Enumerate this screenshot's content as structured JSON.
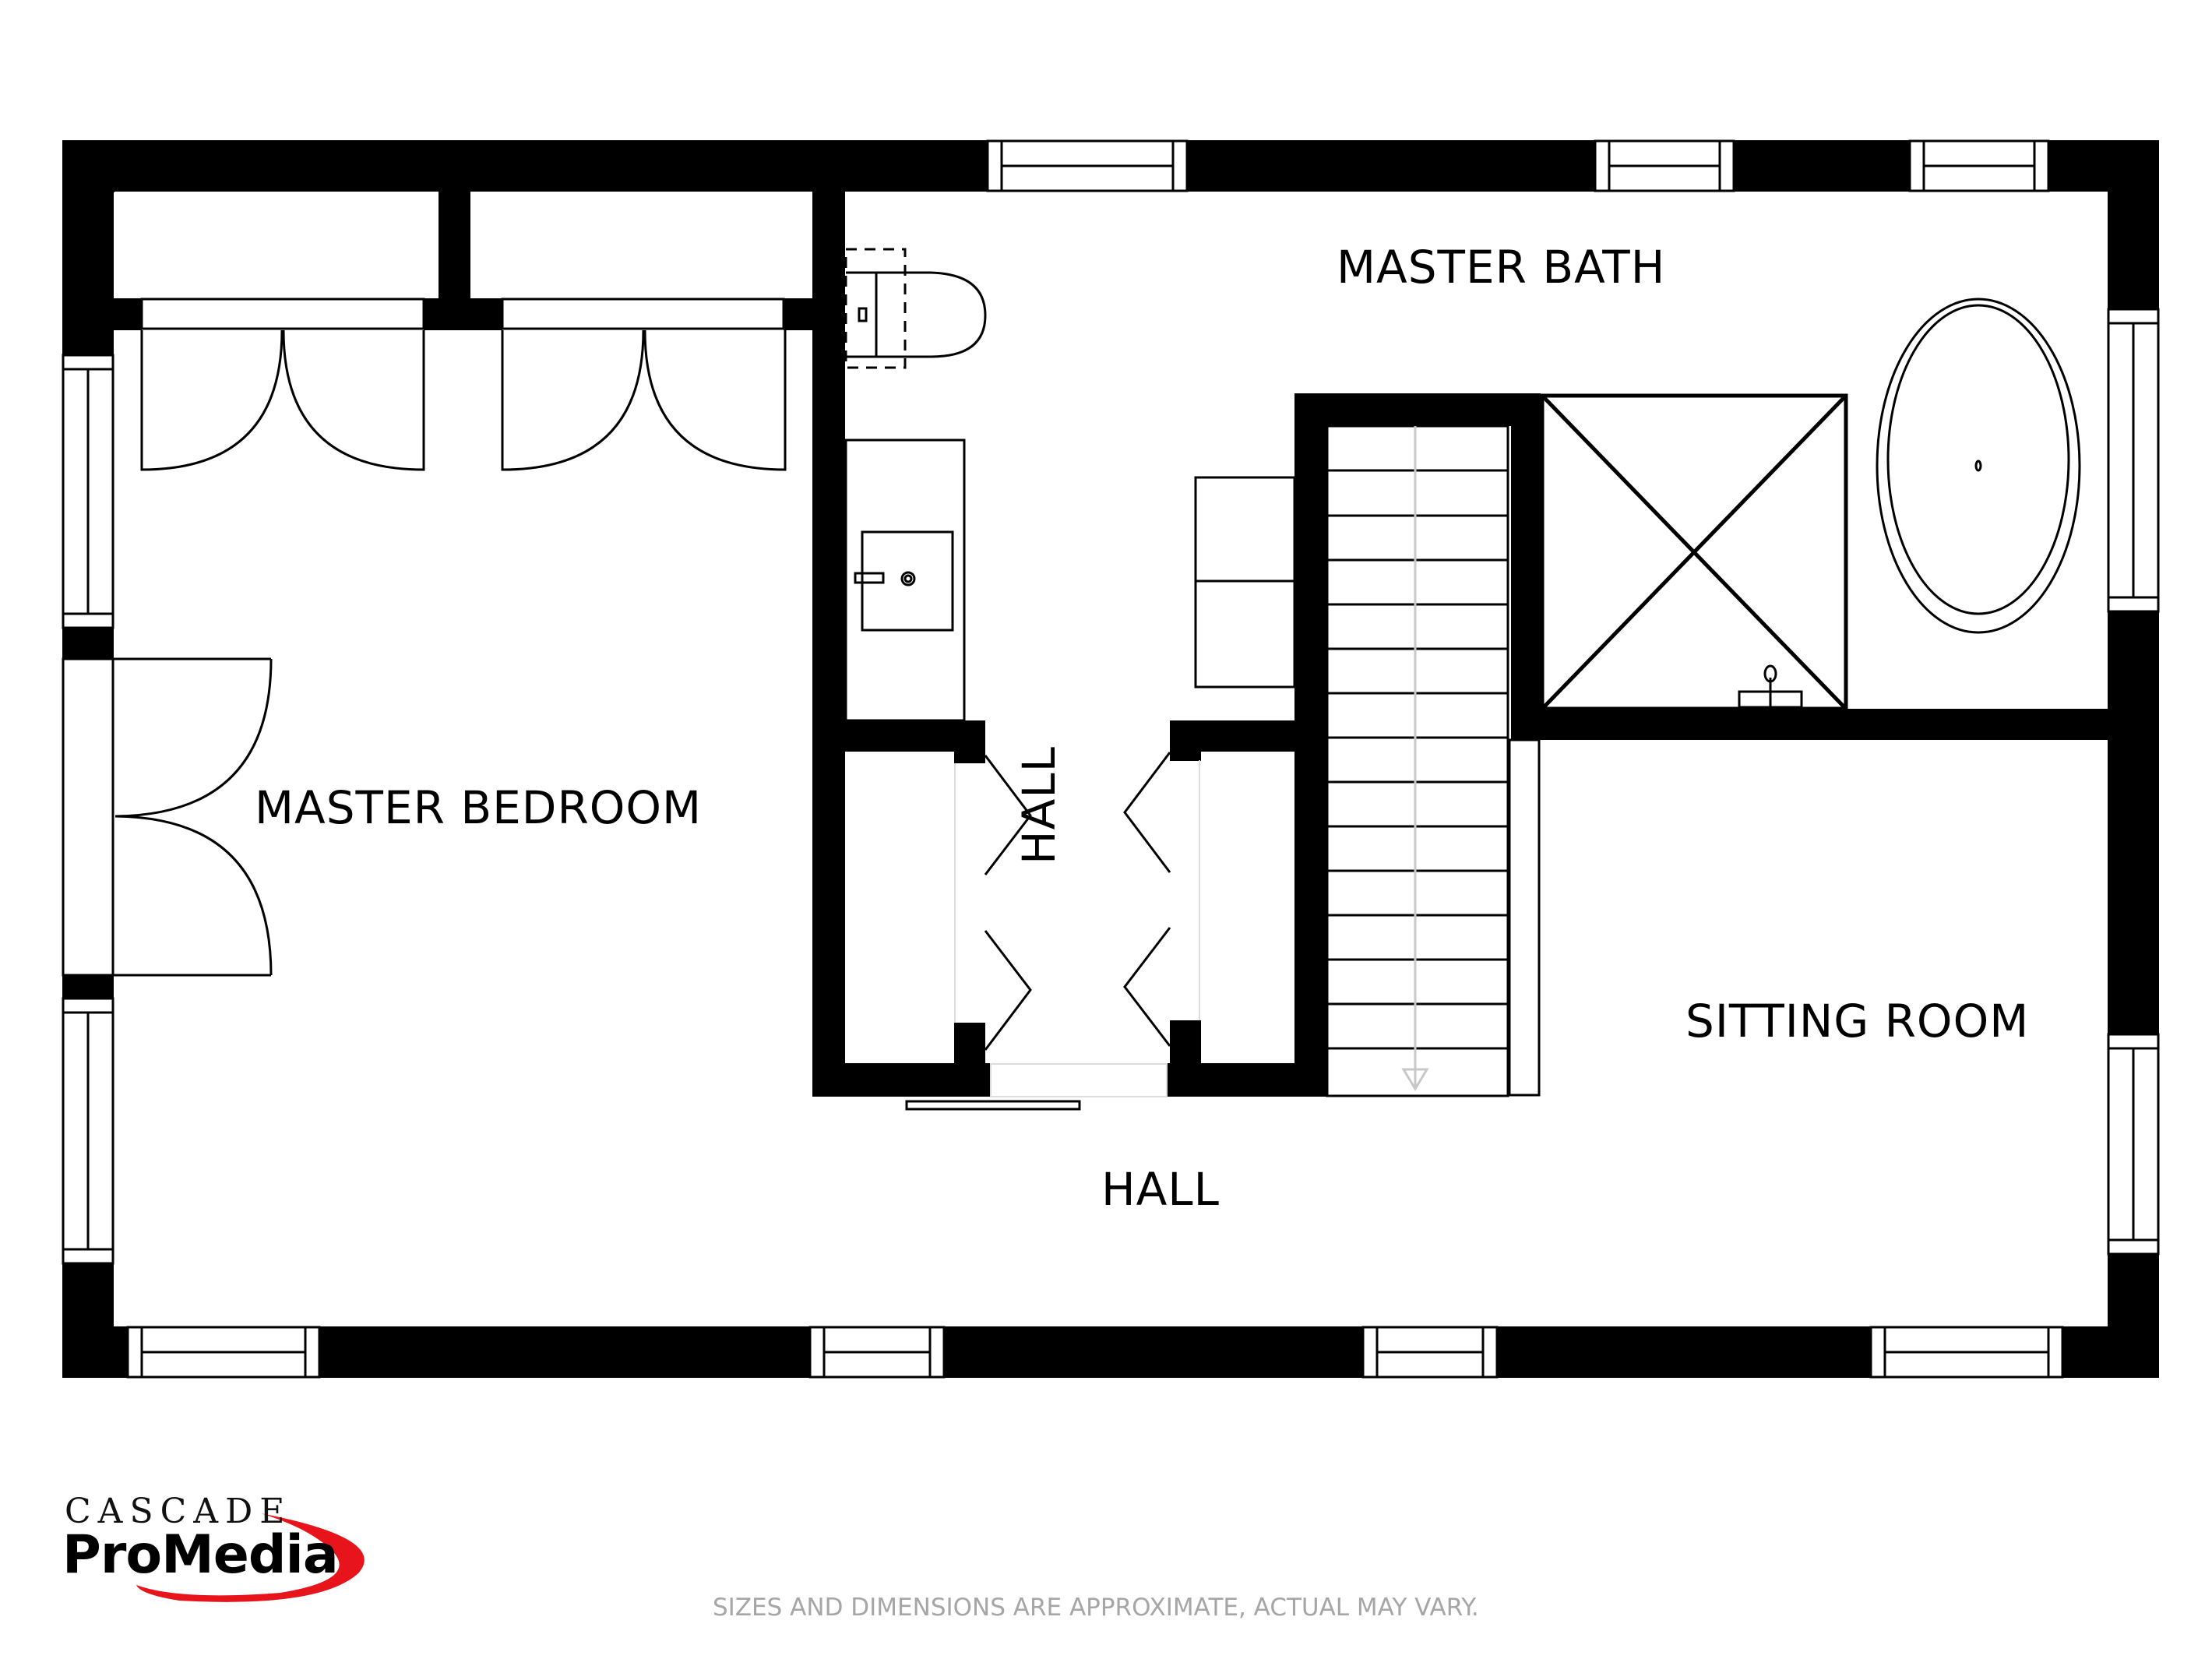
{
  "rooms": {
    "master_bedroom": "MASTER BEDROOM",
    "master_bath": "MASTER BATH",
    "hall_vertical": "HALL",
    "hall_main": "HALL",
    "sitting_room": "SITTING ROOM"
  },
  "fixtures": [
    "toilet",
    "vanity-sink",
    "shower",
    "oval-bathtub",
    "staircase",
    "closet-double-doors",
    "double-entry-door",
    "bifold-closet-doors",
    "cabinet"
  ],
  "logo": {
    "line1": "CASCADE",
    "line2": "ProMedia",
    "accent_color": "#e8141b"
  },
  "footer": {
    "disclaimer": "SIZES AND DIMENSIONS ARE APPROXIMATE, ACTUAL MAY VARY."
  },
  "colors": {
    "wall": "#000000",
    "background": "#ffffff",
    "disclaimer_text": "#a6a6a6",
    "stair_arrow": "#c8c8c8"
  }
}
